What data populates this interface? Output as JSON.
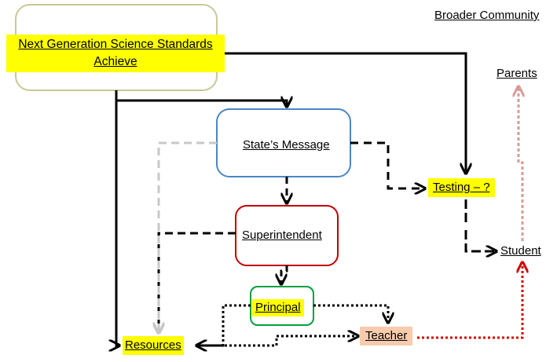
{
  "nodes": {
    "ngss": {
      "line1": "Next Generation Science Standards",
      "line2": "Achieve"
    },
    "broader": "Broader Community",
    "state": "State’s Message",
    "testing": "Testing – ?",
    "parents": "Parents",
    "superintendent": "Superintendent",
    "student": "Student",
    "principal": "Principal",
    "resources": "Resources",
    "teacher": "Teacher"
  },
  "colors": {
    "ngss_box": "#c8c898",
    "state_box": "#4a86c5",
    "superintendent_box": "#c00000",
    "principal_box": "#00a040",
    "highlight": "#ffff00",
    "teacher_highlight": "#f8cbad",
    "red_arrow": "#d00000",
    "pink_arrow": "#d99a9a",
    "grey_arrow": "#c8c8c8"
  }
}
